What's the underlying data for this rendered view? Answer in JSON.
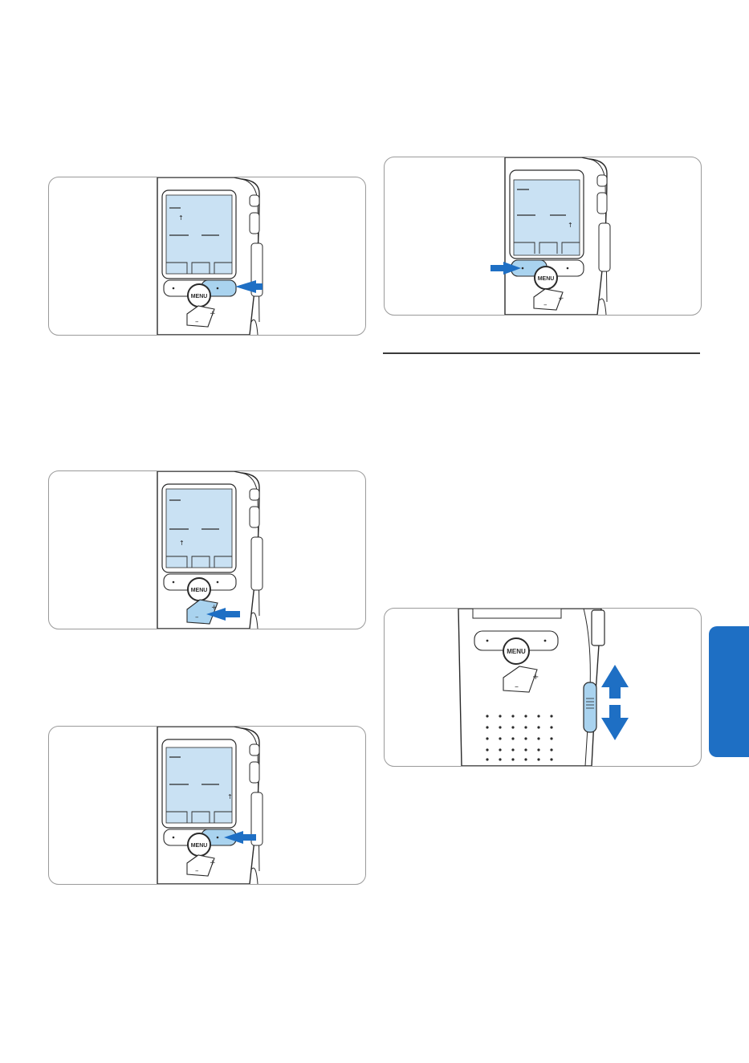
{
  "device": {
    "menu_button_label": "MENU",
    "plus_symbol": "+",
    "minus_symbol": "–"
  },
  "colors": {
    "accent_blue": "#1e6fc4",
    "screen_blue": "#c9e1f3",
    "highlight_blue": "#a9d3ef",
    "device_outline": "#2a2a2a"
  },
  "figures": [
    {
      "id": "fig1",
      "pointer": "right-function-button",
      "arrow": "right-arrow-icon"
    },
    {
      "id": "fig2",
      "pointer": "left-function-button",
      "arrow": "left-arrow-icon"
    },
    {
      "id": "fig3",
      "pointer": "minus-button",
      "arrow": "right-arrow-icon"
    },
    {
      "id": "fig4",
      "pointer": "right-function-button",
      "arrow": "right-arrow-icon"
    },
    {
      "id": "fig5",
      "pointer": "side-slide-switch",
      "arrow": "up-down-arrow-icon"
    }
  ]
}
